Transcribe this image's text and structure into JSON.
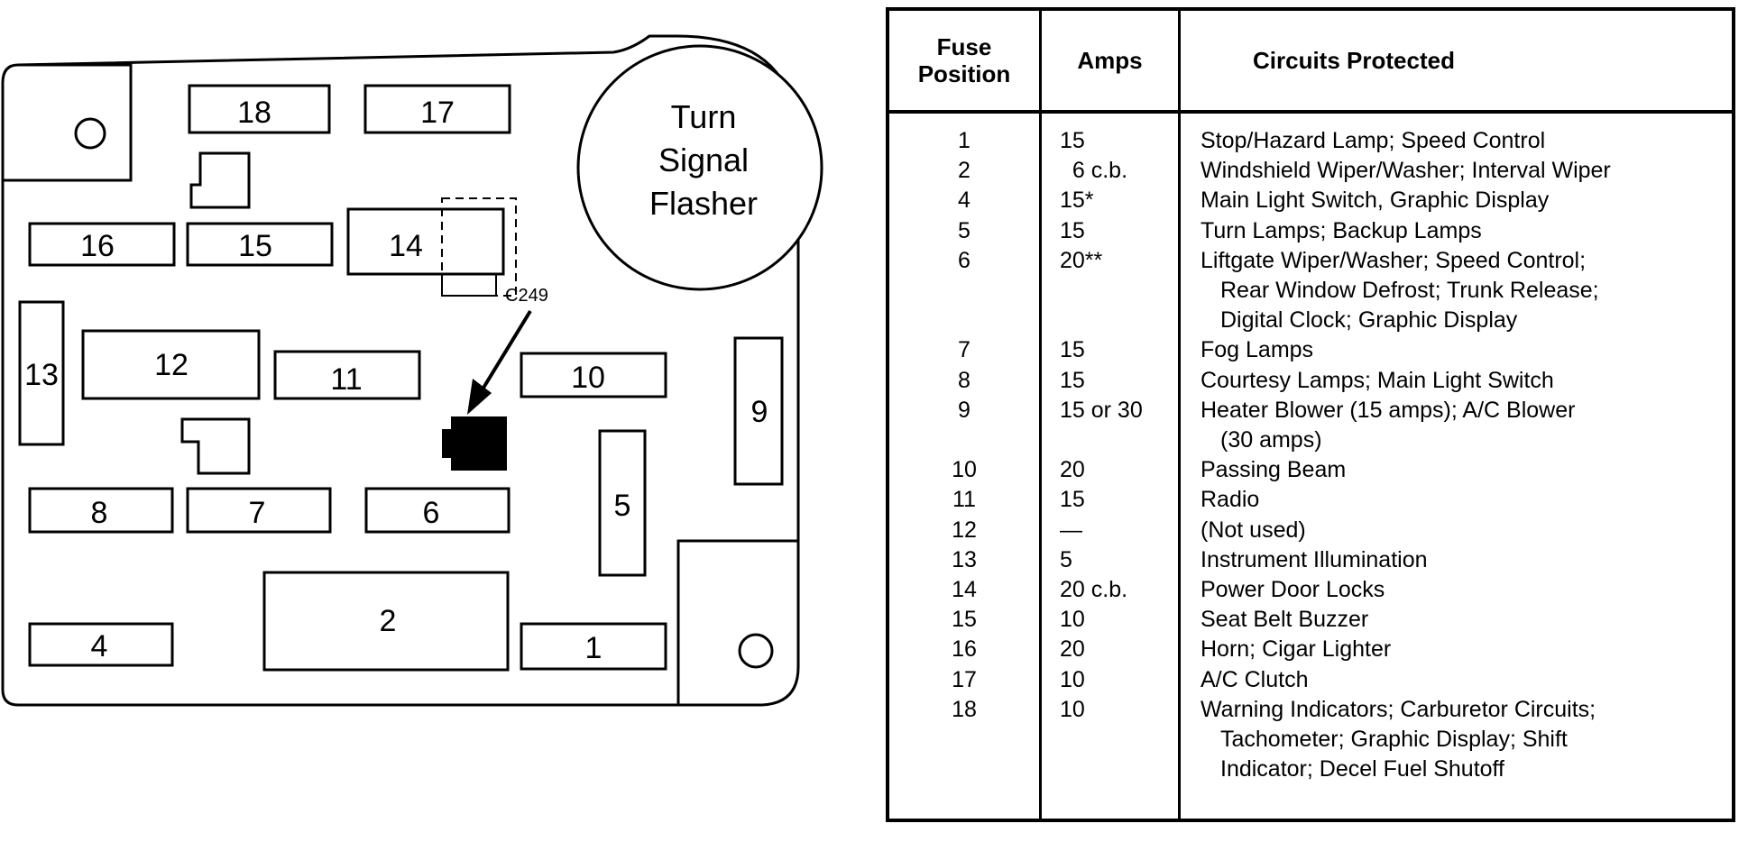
{
  "diagram": {
    "flasher_label": [
      "Turn",
      "Signal",
      "Flasher"
    ],
    "connector_label": "C249",
    "fuse_labels": {
      "f1": "1",
      "f2": "2",
      "f4": "4",
      "f5": "5",
      "f6": "6",
      "f7": "7",
      "f8": "8",
      "f9": "9",
      "f10": "10",
      "f11": "11",
      "f12": "12",
      "f13": "13",
      "f14": "14",
      "f15": "15",
      "f16": "16",
      "f17": "17",
      "f18": "18"
    }
  },
  "table": {
    "headers": {
      "position": [
        "Fuse",
        "Position"
      ],
      "amps": "Amps",
      "circuits": "Circuits Protected"
    },
    "rows": [
      {
        "pos": "1",
        "amps": "15",
        "circuits": [
          "Stop/Hazard Lamp; Speed Control"
        ]
      },
      {
        "pos": "2",
        "amps": "  6 c.b.",
        "circuits": [
          "Windshield Wiper/Washer; Interval Wiper"
        ]
      },
      {
        "pos": "4",
        "amps": "15*",
        "circuits": [
          "Main Light Switch, Graphic Display"
        ]
      },
      {
        "pos": "5",
        "amps": "15",
        "circuits": [
          "Turn Lamps; Backup Lamps"
        ]
      },
      {
        "pos": "6",
        "amps": "20**",
        "circuits": [
          "Liftgate Wiper/Washer; Speed Control;",
          "Rear Window Defrost; Trunk Release;",
          "Digital Clock; Graphic Display"
        ]
      },
      {
        "pos": "7",
        "amps": "15",
        "circuits": [
          "Fog Lamps"
        ]
      },
      {
        "pos": "8",
        "amps": "15",
        "circuits": [
          "Courtesy Lamps; Main Light Switch"
        ]
      },
      {
        "pos": "9",
        "amps": "15 or 30",
        "circuits": [
          "Heater Blower (15 amps); A/C Blower",
          "(30 amps)"
        ]
      },
      {
        "pos": "10",
        "amps": "20",
        "circuits": [
          "Passing Beam"
        ]
      },
      {
        "pos": "11",
        "amps": "15",
        "circuits": [
          "Radio"
        ]
      },
      {
        "pos": "12",
        "amps": "—",
        "circuits": [
          "(Not used)"
        ]
      },
      {
        "pos": "13",
        "amps": "5",
        "circuits": [
          "Instrument Illumination"
        ]
      },
      {
        "pos": "14",
        "amps": "20 c.b.",
        "circuits": [
          "Power Door Locks"
        ]
      },
      {
        "pos": "15",
        "amps": "10",
        "circuits": [
          "Seat Belt Buzzer"
        ]
      },
      {
        "pos": "16",
        "amps": "20",
        "circuits": [
          "Horn; Cigar Lighter"
        ]
      },
      {
        "pos": "17",
        "amps": "10",
        "circuits": [
          "A/C Clutch"
        ]
      },
      {
        "pos": "18",
        "amps": "10",
        "circuits": [
          "Warning Indicators; Carburetor Circuits;",
          "Tachometer; Graphic Display; Shift",
          "Indicator; Decel Fuel Shutoff"
        ]
      }
    ]
  }
}
